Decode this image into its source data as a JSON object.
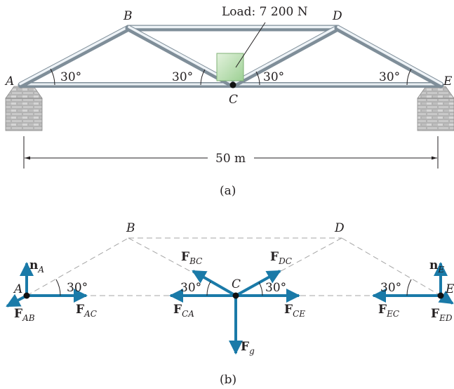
{
  "panel_a": {
    "load_label": "Load: 7 200 N",
    "points": {
      "A": "A",
      "B": "B",
      "C": "C",
      "D": "D",
      "E": "E"
    },
    "angles": [
      "30°",
      "30°",
      "30°",
      "30°"
    ],
    "span_label": "50 m",
    "caption": "(a)"
  },
  "panel_b": {
    "points": {
      "A": "A",
      "B": "B",
      "C": "C",
      "D": "D",
      "E": "E"
    },
    "angles": [
      "30°",
      "30°",
      "30°",
      "30°"
    ],
    "forces": {
      "nA": {
        "main": "n",
        "sub": "A"
      },
      "FAB": {
        "main": "F",
        "sub": "AB"
      },
      "FAC": {
        "main": "F",
        "sub": "AC"
      },
      "FBC": {
        "main": "F",
        "sub": "BC"
      },
      "FDC": {
        "main": "F",
        "sub": "DC"
      },
      "FCA": {
        "main": "F",
        "sub": "CA"
      },
      "FCE": {
        "main": "F",
        "sub": "CE"
      },
      "Fg": {
        "main": "F",
        "sub": "g"
      },
      "nE": {
        "main": "n",
        "sub": "E"
      },
      "FEC": {
        "main": "F",
        "sub": "EC"
      },
      "FED": {
        "main": "F",
        "sub": "ED"
      }
    },
    "caption": "(b)"
  },
  "colors": {
    "arrow": "#1a7aa8",
    "steel_light": "#dfe8ef",
    "steel_dark": "#7d8d99",
    "brick": "#cfd0d0",
    "load_box": "#a8d5a0",
    "dashed": "#999999"
  }
}
